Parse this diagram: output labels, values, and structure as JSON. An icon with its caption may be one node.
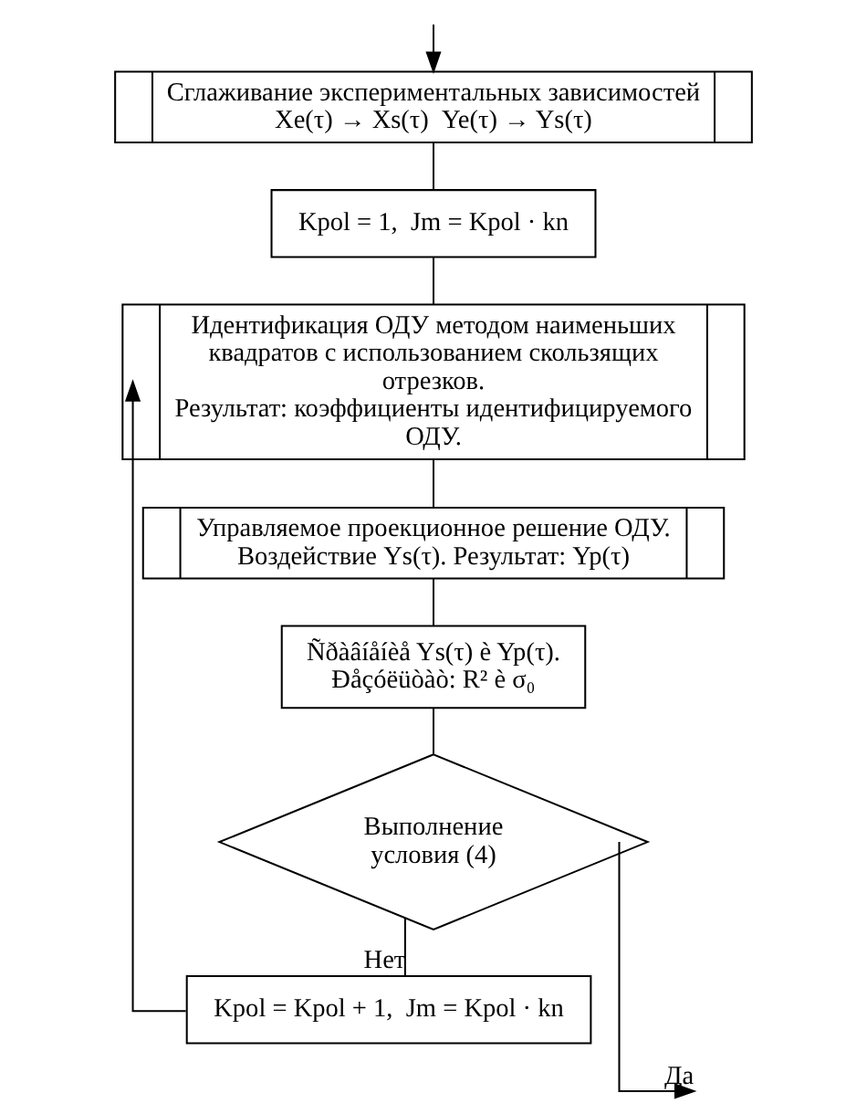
{
  "diagram": {
    "nodes": [
      {
        "text": [
          "Сглаживание экспериментальных зависимостей",
          "Xe(τ) → Xs(τ)  Ye(τ) → Ys(τ)"
        ]
      },
      {
        "text": [
          "Kpol = 1,  Jm = Kpol · kn"
        ]
      },
      {
        "text": [
          "Идентификация ОДУ методом наименьших квадратов с использованием скользящих отрезков.",
          "Результат: коэффициенты идентифицируемого ОДУ."
        ]
      },
      {
        "text": [
          "Управляемое проекционное решение ОДУ.",
          "Воздействие Ys(τ). Результат: Yp(τ)"
        ]
      },
      {
        "text": [
          "Ñðàâíåíèå Ys(τ) è Yp(τ).",
          "Ðåçóëüòàò: R² è σ₀"
        ]
      },
      {
        "text": [
          "Выполнение условия (4)"
        ]
      },
      {
        "text": [
          "Kpol = Kpol + 1,  Jm = Kpol · kn"
        ]
      }
    ],
    "edges": [
      {
        "from": null,
        "to": 0,
        "arrow": "to"
      },
      {
        "from": 0,
        "to": 1,
        "arrow": "none"
      },
      {
        "from": 1,
        "to": 2,
        "arrow": "none"
      },
      {
        "from": 2,
        "to": 3,
        "arrow": "none"
      },
      {
        "from": 3,
        "to": 4,
        "arrow": "none"
      },
      {
        "from": 4,
        "to": 5,
        "arrow": "none"
      },
      {
        "from": 5,
        "to": 6,
        "arrow": "none",
        "label": "Нет"
      },
      {
        "from": 6,
        "to": 2,
        "arrow": "to"
      },
      {
        "from": 5,
        "to": null,
        "arrow": "to",
        "label": "Да"
      }
    ]
  }
}
